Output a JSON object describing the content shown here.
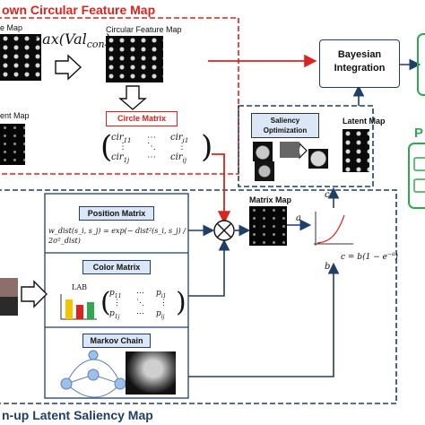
{
  "top": {
    "title": "own Circular Feature Map",
    "max_formula": "max(Val",
    "max_sub": "con",
    "max_close": ")",
    "circ_feat_label": "Circular Feature Map",
    "latent_map_left": "ent Map",
    "left_map_label": "e Map",
    "circle_matrix_label": "Circle Matrix",
    "matrix_tl": "cir",
    "matrix_tl_sub": "11",
    "matrix_tr": "cir",
    "matrix_tr_sub": "i1",
    "matrix_bl": "cir",
    "matrix_bl_sub": "1j",
    "matrix_br": "cir",
    "matrix_br_sub": "ij"
  },
  "bayes": {
    "label_line1": "Bayesian",
    "label_line2": "Integration"
  },
  "bottom": {
    "title": "n-up Latent Saliency Map",
    "position_matrix_label": "Position Matrix",
    "position_formula": "w_dist(s_i, s_j) = exp(− dist²(s_i, s_j) / 2σ²_dist)",
    "color_matrix_label": "Color Matrix",
    "lab_label": "LAB",
    "markov_label": "Markov Chain",
    "matrix_map_label": "Matrix Map",
    "saliency_opt_label": "Saliency Optimization",
    "latent_map_label": "Latent Map",
    "curve_formula": "c = b(1 − e",
    "curve_sup": "−a",
    "curve_close": ")",
    "var_a": "a",
    "var_b": "b",
    "var_c": "c"
  },
  "right": {
    "p_letter": "P"
  },
  "colors": {
    "red": "#d9241f",
    "navy": "#1f3f66",
    "green": "#2fa84f"
  }
}
